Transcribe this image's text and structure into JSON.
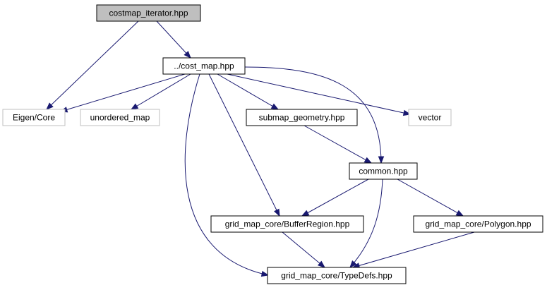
{
  "graph": {
    "colors": {
      "edge": "#191970",
      "focus_fill": "#bfbfbf",
      "node_border": "#000000",
      "external_border": "#bfbfbf",
      "node_fill": "#ffffff"
    },
    "nodes": [
      {
        "id": "costmap_iterator",
        "label": "costmap_iterator.hpp",
        "style": "focus"
      },
      {
        "id": "cost_map",
        "label": "../cost_map.hpp",
        "style": "normal"
      },
      {
        "id": "eigen_core",
        "label": "Eigen/Core",
        "style": "external"
      },
      {
        "id": "unordered_map",
        "label": "unordered_map",
        "style": "external"
      },
      {
        "id": "submap_geometry",
        "label": "submap_geometry.hpp",
        "style": "normal"
      },
      {
        "id": "vector",
        "label": "vector",
        "style": "external"
      },
      {
        "id": "common",
        "label": "common.hpp",
        "style": "normal"
      },
      {
        "id": "buffer_region",
        "label": "grid_map_core/BufferRegion.hpp",
        "style": "normal"
      },
      {
        "id": "polygon",
        "label": "grid_map_core/Polygon.hpp",
        "style": "normal"
      },
      {
        "id": "typedefs",
        "label": "grid_map_core/TypeDefs.hpp",
        "style": "normal"
      }
    ],
    "edges": [
      {
        "from": "costmap_iterator",
        "to": "eigen_core"
      },
      {
        "from": "costmap_iterator",
        "to": "cost_map"
      },
      {
        "from": "cost_map",
        "to": "eigen_core"
      },
      {
        "from": "cost_map",
        "to": "unordered_map"
      },
      {
        "from": "cost_map",
        "to": "submap_geometry"
      },
      {
        "from": "cost_map",
        "to": "vector"
      },
      {
        "from": "cost_map",
        "to": "common"
      },
      {
        "from": "cost_map",
        "to": "buffer_region"
      },
      {
        "from": "cost_map",
        "to": "typedefs"
      },
      {
        "from": "submap_geometry",
        "to": "common"
      },
      {
        "from": "common",
        "to": "buffer_region"
      },
      {
        "from": "common",
        "to": "polygon"
      },
      {
        "from": "common",
        "to": "typedefs"
      },
      {
        "from": "buffer_region",
        "to": "typedefs"
      },
      {
        "from": "polygon",
        "to": "typedefs"
      }
    ]
  }
}
